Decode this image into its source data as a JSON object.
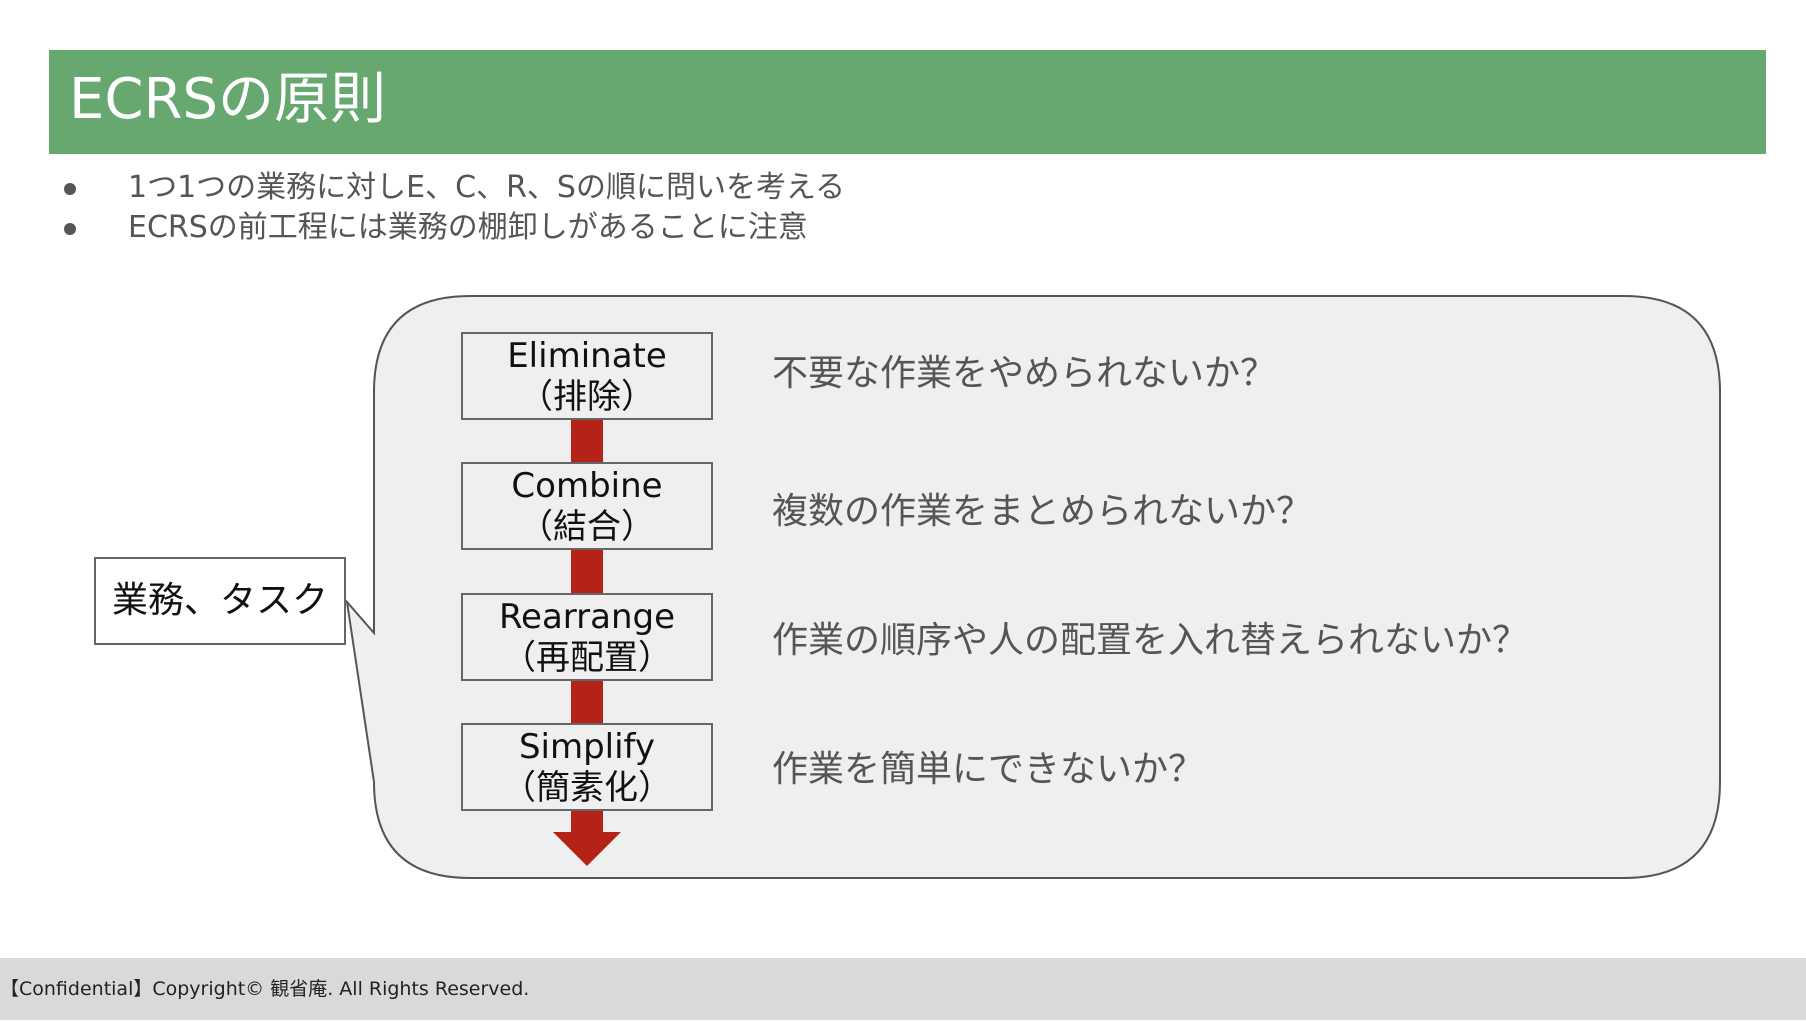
{
  "title": "ECRSの原則",
  "bullets": [
    "1つ1つの業務に対しE、C、R、Sの順に問いを考える",
    "ECRSの前工程には業務の棚卸しがあることに注意"
  ],
  "task_label": "業務、タスク",
  "steps": [
    {
      "name": "Eliminate",
      "jp": "（排除）",
      "question": "不要な作業をやめられないか？"
    },
    {
      "name": "Combine",
      "jp": "（結合）",
      "question": "複数の作業をまとめられないか？"
    },
    {
      "name": "Rearrange",
      "jp": "（再配置）",
      "question": "作業の順序や人の配置を入れ替えられないか？"
    },
    {
      "name": "Simplify",
      "jp": "（簡素化）",
      "question": "作業を簡単にできないか？"
    }
  ],
  "footer": "【Confidential】Copyright© 観省庵. All Rights Reserved.",
  "colors": {
    "header": "#67a870",
    "arrow": "#b42218",
    "callout_fill": "#efefef",
    "footer_bg": "#d9d9d9"
  }
}
